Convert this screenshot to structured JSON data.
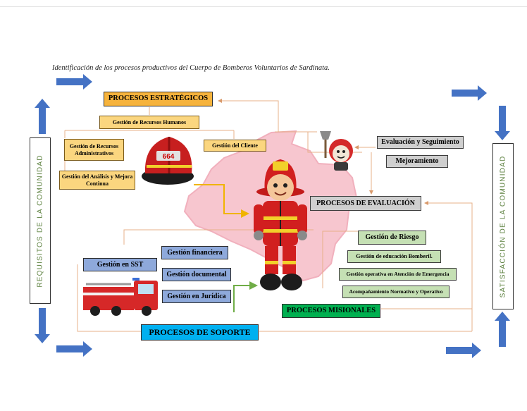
{
  "caption": "Identificación de los procesos productivos del Cuerpo de Bomberos Voluntarios de Sardinata.",
  "left_label": "REQUISITOS DE LA COMUNIDAD",
  "right_label": "SATISFACCIÓN DE LA COMUNIDAD",
  "estrategicos": {
    "title": "PROCESOS ESTRATÉGICOS",
    "items": [
      "Gestión de Recursos Humanos",
      "Gestión de Recursos Administrativos",
      "Gestión del Análisis y Mejora Continua",
      "Gestión del Cliente"
    ]
  },
  "evaluacion": {
    "title": "PROCESOS DE EVALUACIÓN",
    "items": [
      "Evaluación y Seguimiento",
      "Mejoramiento"
    ]
  },
  "soporte": {
    "title": "PROCESOS DE SOPORTE",
    "items": [
      "Gestión en SST",
      "Gestión financiera",
      "Gestión documental",
      "Gestión en Jurídica"
    ]
  },
  "misionales": {
    "title": "PROCESOS MISIONALES",
    "items": [
      "Gestión de Riesgo",
      "Gestión de educación Bomberil.",
      "Gestión operativa en Atención de Emergencia",
      "Acompañamiento Normativo y Operativo"
    ]
  },
  "helmet_number": "664",
  "colors": {
    "arrow_blue": "#4472c4",
    "estrategicos": "#f6b33c",
    "soporte_title": "#00b0f0",
    "misionales_title": "#00b050",
    "evaluacion": "#cfcfcf",
    "connector": "#e7b088",
    "map": "#f7c6cf"
  }
}
